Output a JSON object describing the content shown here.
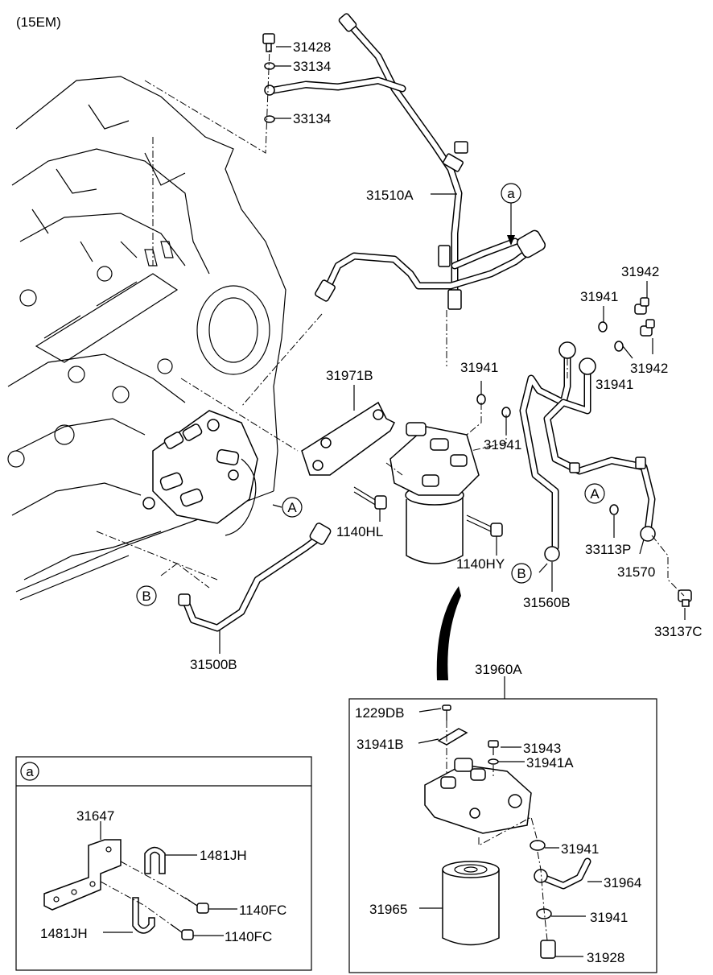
{
  "header": {
    "code": "(15EM)"
  },
  "callouts": {
    "a": "a",
    "A": "A",
    "B": "B"
  },
  "parts": {
    "p31428": "31428",
    "p33134_top": "33134",
    "p33134_bot": "33134",
    "p31510A": "31510A",
    "p31942_top": "31942",
    "p31941_1": "31941",
    "p31941_2": "31941",
    "p31942_2": "31942",
    "p31941_3": "31941",
    "p31941_4": "31941",
    "p31971B": "31971B",
    "p1140HL": "1140HL",
    "p1140HY": "1140HY",
    "p33113P": "33113P",
    "p31570": "31570",
    "p31560B": "31560B",
    "p33137C": "33137C",
    "p31500B": "31500B",
    "p31960A": "31960A"
  },
  "inset_a": {
    "title": "a",
    "p31647": "31647",
    "p1481JH_1": "1481JH",
    "p1140FC_1": "1140FC",
    "p1481JH_2": "1481JH",
    "p1140FC_2": "1140FC"
  },
  "inset_filter": {
    "p1229DB": "1229DB",
    "p31941B": "31941B",
    "p31943": "31943",
    "p31941A": "31941A",
    "p31941_a": "31941",
    "p31964": "31964",
    "p31965": "31965",
    "p31941_b": "31941",
    "p31928": "31928"
  }
}
